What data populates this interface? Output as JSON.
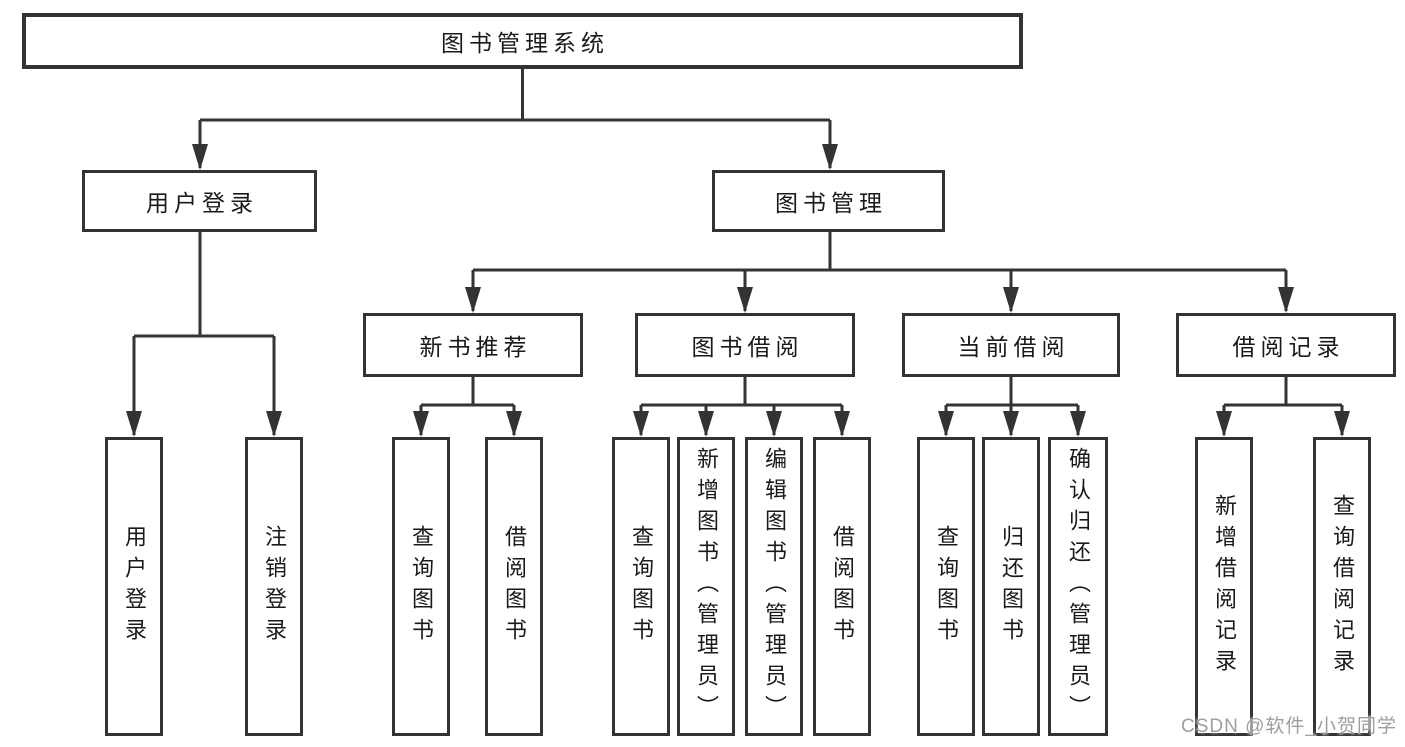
{
  "tree": {
    "root": {
      "label": "图书管理系统"
    },
    "children": [
      {
        "label": "用户登录",
        "children": [
          {
            "label": "用户登录"
          },
          {
            "label": "注销登录"
          }
        ]
      },
      {
        "label": "图书管理",
        "children": [
          {
            "label": "新书推荐",
            "children": [
              {
                "label": "查询图书"
              },
              {
                "label": "借阅图书"
              }
            ]
          },
          {
            "label": "图书借阅",
            "children": [
              {
                "label": "查询图书"
              },
              {
                "label": "新增图书（管理员）"
              },
              {
                "label": "编辑图书（管理员）"
              },
              {
                "label": "借阅图书"
              }
            ]
          },
          {
            "label": "当前借阅",
            "children": [
              {
                "label": "查询图书"
              },
              {
                "label": "归还图书"
              },
              {
                "label": "确认归还（管理员）"
              }
            ]
          },
          {
            "label": "借阅记录",
            "children": [
              {
                "label": "新增借阅记录"
              },
              {
                "label": "查询借阅记录"
              }
            ]
          }
        ]
      }
    ]
  },
  "watermark": {
    "text": "CSDN @软件_小贺同学"
  },
  "colors": {
    "line": "#333333",
    "box_border": "#333333",
    "text": "#1a1a1a",
    "watermark": "#9e9e9e",
    "background": "#ffffff"
  }
}
